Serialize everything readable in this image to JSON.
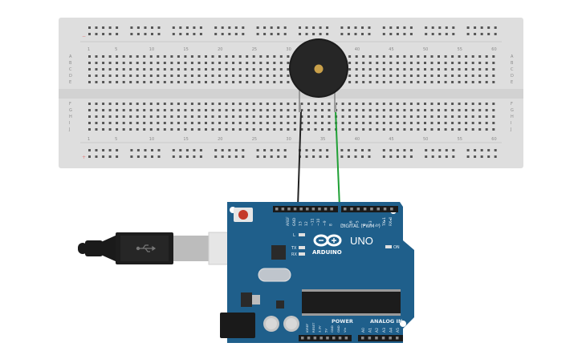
{
  "breadboard": {
    "column_numbers": [
      "1",
      "5",
      "10",
      "15",
      "20",
      "25",
      "30",
      "35",
      "40",
      "45",
      "50",
      "55",
      "60"
    ],
    "row_letters_top": [
      "A",
      "B",
      "C",
      "D",
      "E"
    ],
    "row_letters_bottom": [
      "F",
      "G",
      "H",
      "I",
      "J"
    ]
  },
  "buzzer": {
    "icon": "piezo-buzzer-icon"
  },
  "wires": [
    {
      "name": "gnd-wire",
      "color": "#222222"
    },
    {
      "name": "signal-wire",
      "color": "#1fa035"
    }
  ],
  "arduino": {
    "board_color": "#1f5f8b",
    "brand": "ARDUINO",
    "model": "UNO",
    "digital_label": "DIGITAL (PWM~)",
    "power_label": "POWER",
    "analog_label": "ANALOG IN",
    "on_label": "ON",
    "led_l": "L",
    "led_tx": "TX",
    "led_rx": "RX",
    "top_pins": [
      "AREF",
      "GND",
      "13",
      "12",
      "~11",
      "~10",
      "~9",
      "8",
      "7",
      "~6",
      "~5",
      "4",
      "~3",
      "2",
      "TX▸1",
      "RX◂0"
    ],
    "power_pins": [
      "IOREF",
      "RESET",
      "3.3V",
      "5V",
      "GND",
      "GND",
      "Vin"
    ],
    "analog_pins": [
      "A0",
      "A1",
      "A2",
      "A3",
      "A4",
      "A5"
    ]
  },
  "usb_cable": {
    "icon": "usb-icon"
  }
}
